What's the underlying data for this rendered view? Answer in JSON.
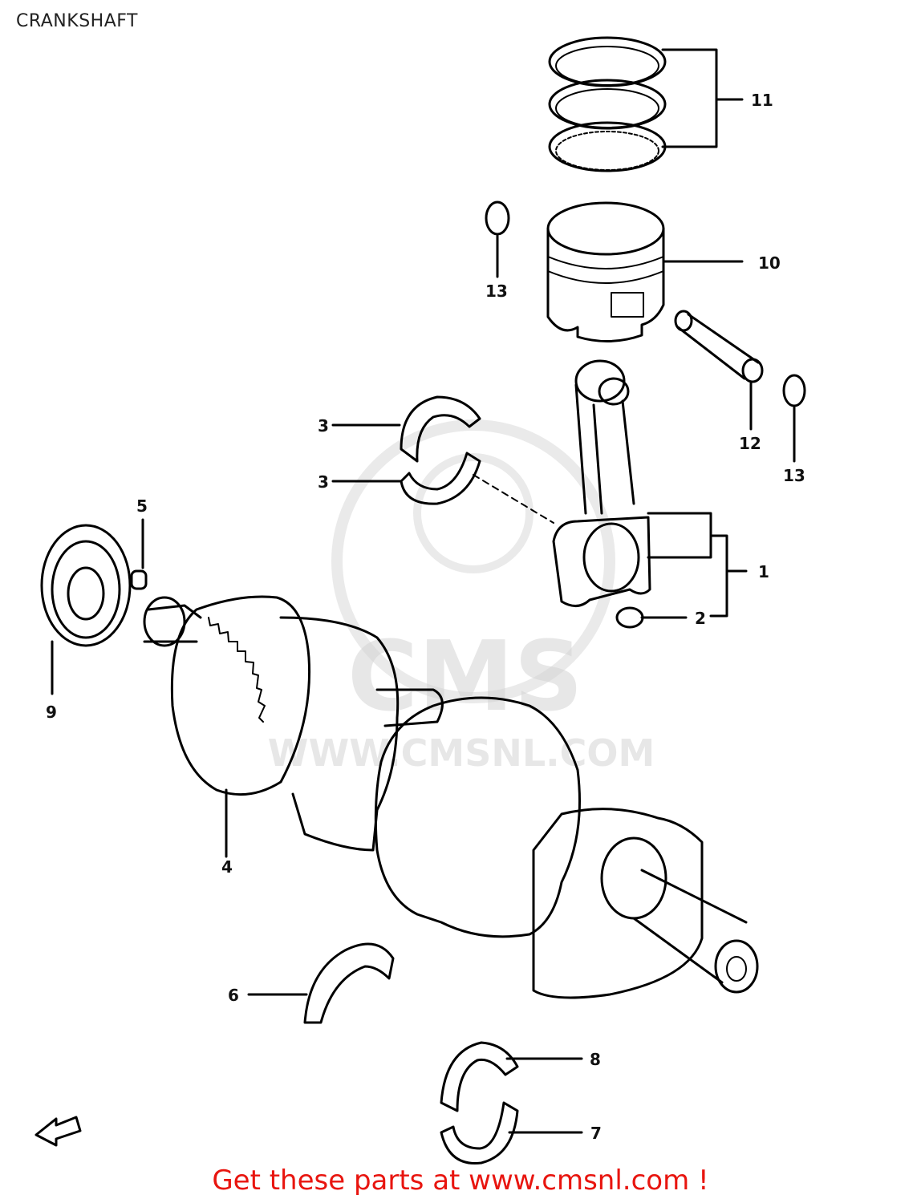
{
  "page": {
    "title": "CRANKSHAFT"
  },
  "callouts": [
    {
      "id": "1",
      "label": "1"
    },
    {
      "id": "2",
      "label": "2"
    },
    {
      "id": "3a",
      "label": "3"
    },
    {
      "id": "3b",
      "label": "3"
    },
    {
      "id": "4",
      "label": "4"
    },
    {
      "id": "5",
      "label": "5"
    },
    {
      "id": "6",
      "label": "6"
    },
    {
      "id": "7",
      "label": "7"
    },
    {
      "id": "8",
      "label": "8"
    },
    {
      "id": "9",
      "label": "9"
    },
    {
      "id": "10",
      "label": "10"
    },
    {
      "id": "11",
      "label": "11"
    },
    {
      "id": "12",
      "label": "12"
    },
    {
      "id": "13a",
      "label": "13"
    },
    {
      "id": "13b",
      "label": "13"
    }
  ],
  "watermark": {
    "brand": "CMS",
    "url": "WWW.CMSNL.COM"
  },
  "footer": {
    "text": "Get these parts at www.cmsnl.com !",
    "color": "#e8150f"
  }
}
